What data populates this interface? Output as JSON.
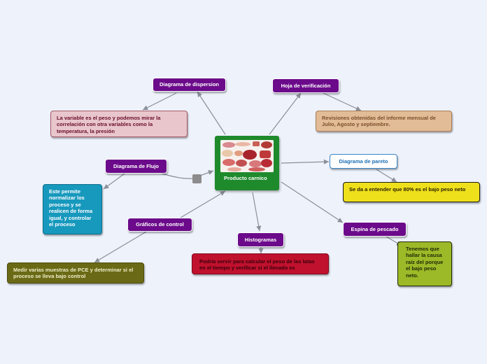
{
  "central": {
    "label": "Producto carnico",
    "image_icon": "meat-products-image"
  },
  "topics": {
    "dispersion": "Diagrama de dispersion",
    "verificacion": "Hoja de verificación",
    "flujo": "Diagrama de Flujo",
    "pareto": "Diagrama de pareto",
    "control": "Gráficos de control",
    "histogramas": "Histogramas",
    "pescado": "Espina de pescado"
  },
  "notes": {
    "dispersion": "La variable es el peso y podemos mirar la correlación con otra variables como la temperatura, la presión",
    "verificacion": "Revisiones obtenidas del informe mensual de Julio, Agosto y septiembre.",
    "flujo": "Este permite normalizar los proceso y se realicen de forma igual,  y controlar el proceso",
    "pareto": "Se da a entender que 80% es el bajo peso neto",
    "control": "Medir varias muestras de PCE y determinar si el proceso se lleva bajo control",
    "histogramas": "Podría servir para calcular el peso de las latas en el tiempo y verificar si el llenado es",
    "pescado": "Tenemos que hallar la causa raíz del porque el bajo peso neto."
  },
  "colors": {
    "background": "#eef2fb",
    "central": "#1e8a2c",
    "topic": "#6b0a8a",
    "pareto_topic": "#ffffff",
    "note_dispersion": "#e8c6cc",
    "note_verificacion": "#e2bc96",
    "note_flujo": "#1798bd",
    "note_pareto": "#efe01c",
    "note_control": "#6a6a16",
    "note_histogramas": "#c0112e",
    "note_pescado": "#9cba28"
  }
}
